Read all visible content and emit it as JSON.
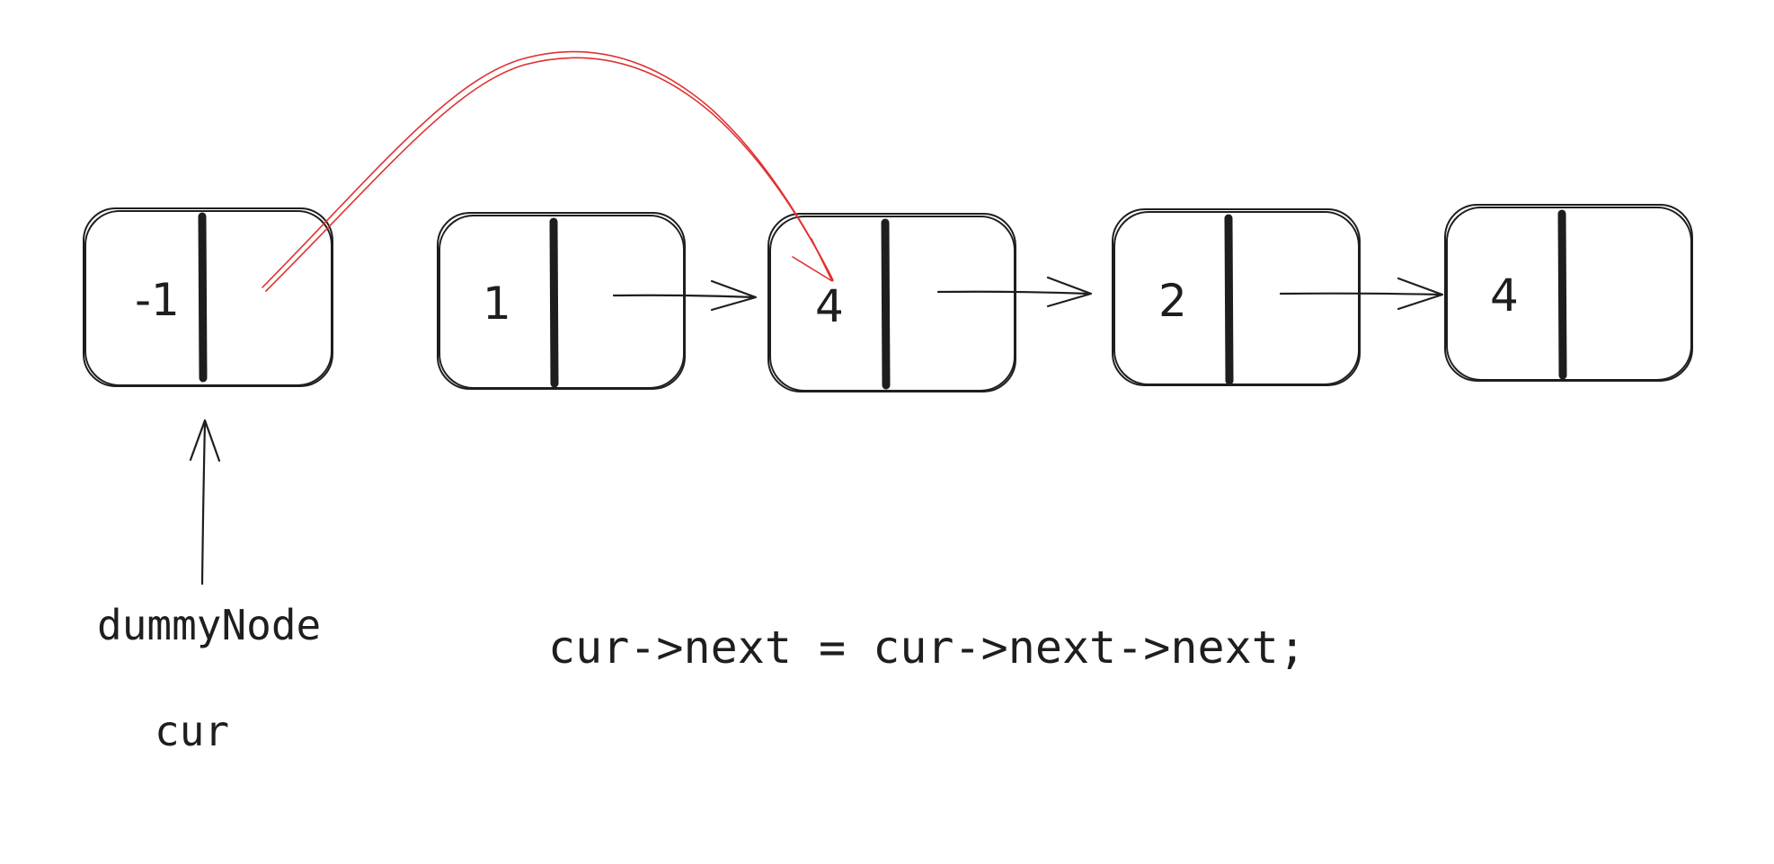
{
  "colors": {
    "ink": "#1e1e1e",
    "highlight": "#e03131",
    "background": "#ffffff"
  },
  "nodes": [
    {
      "value": "-1"
    },
    {
      "value": "1"
    },
    {
      "value": "4"
    },
    {
      "value": "2"
    },
    {
      "value": "4"
    }
  ],
  "pointer_labels": {
    "dummy": "dummyNode",
    "cur": "cur"
  },
  "code": "cur->next = cur->next->next;"
}
